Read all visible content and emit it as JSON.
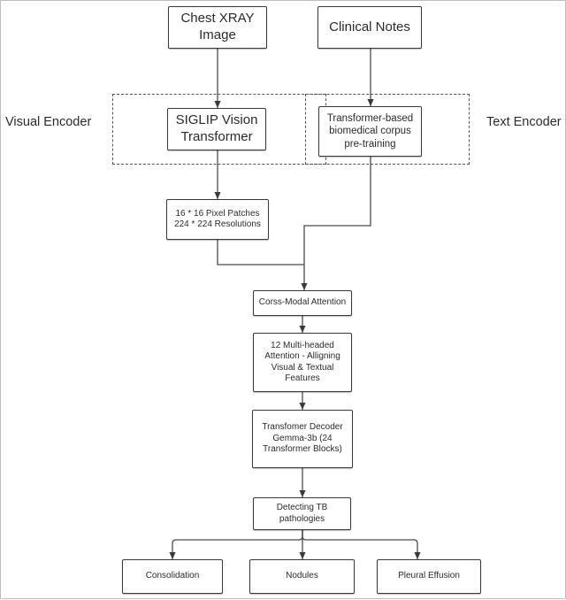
{
  "side_labels": {
    "visual_encoder": "Visual Encoder",
    "text_encoder": "Text Encoder"
  },
  "nodes": {
    "chest_xray": [
      "Chest XRAY",
      "Image"
    ],
    "clinical_notes": [
      "Clinical Notes"
    ],
    "siglip": [
      "SIGLIP Vision",
      "Transformer"
    ],
    "text_transformer": [
      "Transformer-based",
      "biomedical corpus",
      "pre-training"
    ],
    "pixel_patches": [
      "16 * 16 Pixel Patches",
      "224 * 224 Resolutions"
    ],
    "cross_modal": [
      "Corss-Modal Attention"
    ],
    "multi_head": [
      "12 Multi-headed",
      "Attention - Alligning",
      "Visual & Textual",
      "Features"
    ],
    "decoder": [
      "Transfomer Decoder",
      "Gemma-3b (24",
      "Transformer Blocks)"
    ],
    "detecting": [
      "Detecting TB",
      "pathologies"
    ],
    "consolidation": [
      "Consolidation"
    ],
    "nodules": [
      "Nodules"
    ],
    "pleural_effusion": [
      "Pleural Effusion"
    ]
  },
  "colors": {
    "stroke": "#3a3a3a",
    "text": "#2b2b2b",
    "background": "#ffffff"
  }
}
